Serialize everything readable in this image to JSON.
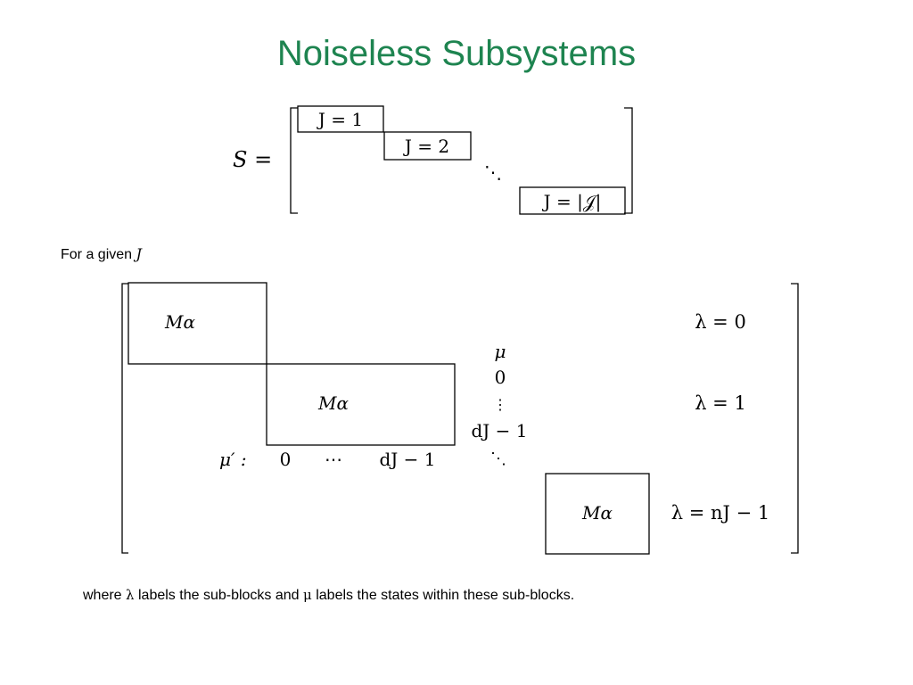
{
  "slide": {
    "title": "Noiseless Subsystems"
  },
  "matrix_s": {
    "lhs": "S =",
    "blocks": [
      "J = 1",
      "J = 2",
      "J = |𝒥|"
    ],
    "ellipsis": "⋱"
  },
  "given": {
    "text": "For a given",
    "var": "J"
  },
  "matrix_j": {
    "block_label": "Mα",
    "lambda_labels": [
      "λ = 0",
      "λ = 1",
      "λ = nJ − 1"
    ],
    "mu_column": [
      "μ",
      "0",
      "⋮",
      "dJ − 1"
    ],
    "mu_prime_label": "μ′ :",
    "mu_prime_values": [
      "0",
      "⋯",
      "dJ − 1"
    ],
    "ellipsis": "⋱"
  },
  "footnote": {
    "part1": "where",
    "lambda": "λ",
    "part2": "labels the sub-blocks and",
    "mu": "μ",
    "part3": "labels the states within these sub-blocks."
  }
}
